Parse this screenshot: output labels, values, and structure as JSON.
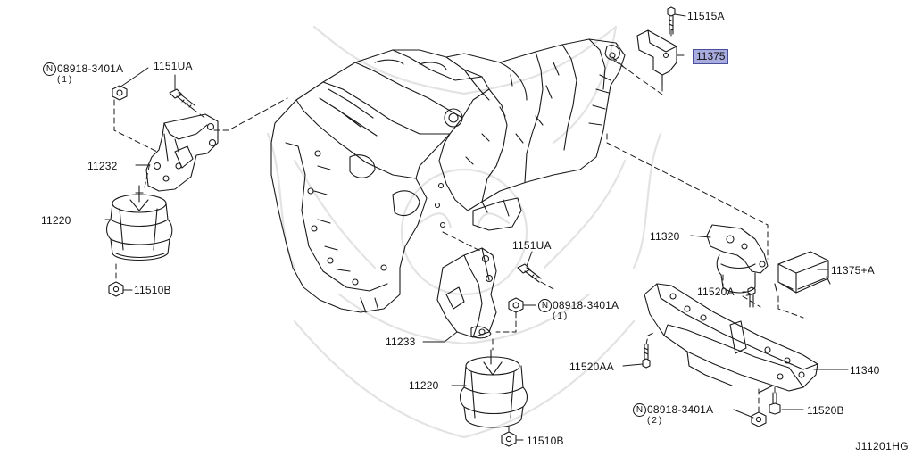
{
  "diagram": {
    "id_code": "J11201HG",
    "highlighted": "11375",
    "callouts": [
      {
        "key": "n08918_tl",
        "prefix": "N",
        "text": "08918-3401A",
        "qty": "(1)"
      },
      {
        "key": "p1151ua_tl",
        "text": "1151UA"
      },
      {
        "key": "p11232",
        "text": "11232"
      },
      {
        "key": "p11220_l",
        "text": "11220"
      },
      {
        "key": "p11510b_l",
        "text": "11510B"
      },
      {
        "key": "p11515a",
        "text": "11515A"
      },
      {
        "key": "p11375",
        "text": "11375"
      },
      {
        "key": "p11320",
        "text": "11320"
      },
      {
        "key": "p11375a",
        "text": "11375+A"
      },
      {
        "key": "p11520a",
        "text": "11520A"
      },
      {
        "key": "p1151ua_c",
        "text": "1151UA"
      },
      {
        "key": "n08918_c",
        "prefix": "N",
        "text": "08918-3401A",
        "qty": "(1)"
      },
      {
        "key": "p11233",
        "text": "11233"
      },
      {
        "key": "p11340",
        "text": "11340"
      },
      {
        "key": "p11520aa",
        "text": "11520AA"
      },
      {
        "key": "p11220_c",
        "text": "11220"
      },
      {
        "key": "n08918_b",
        "prefix": "N",
        "text": "08918-3401A",
        "qty": "(2)"
      },
      {
        "key": "p11520b",
        "text": "11520B"
      },
      {
        "key": "p11510b_c",
        "text": "11510B"
      }
    ]
  }
}
